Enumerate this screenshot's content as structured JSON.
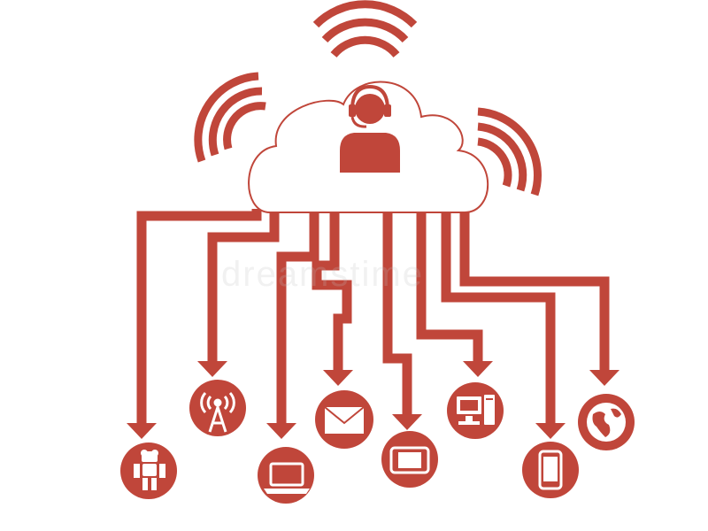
{
  "colors": {
    "primary": "#c0463a",
    "background": "#ffffff",
    "cloud_fill": "#ffffff",
    "icon_fill": "#ffffff"
  },
  "watermark": "dreamstime",
  "hub": {
    "icon": "support-agent-headset-icon"
  },
  "signal_icons": [
    "wifi-signal-icon",
    "wifi-signal-icon",
    "wifi-signal-icon"
  ],
  "devices": [
    {
      "id": "robot",
      "icon": "robot-icon"
    },
    {
      "id": "antenna",
      "icon": "radio-tower-icon"
    },
    {
      "id": "laptop",
      "icon": "laptop-icon"
    },
    {
      "id": "email",
      "icon": "envelope-icon"
    },
    {
      "id": "tablet",
      "icon": "tablet-icon"
    },
    {
      "id": "desktop",
      "icon": "desktop-computer-icon"
    },
    {
      "id": "smartphone",
      "icon": "smartphone-icon"
    },
    {
      "id": "globe",
      "icon": "globe-icon"
    }
  ]
}
